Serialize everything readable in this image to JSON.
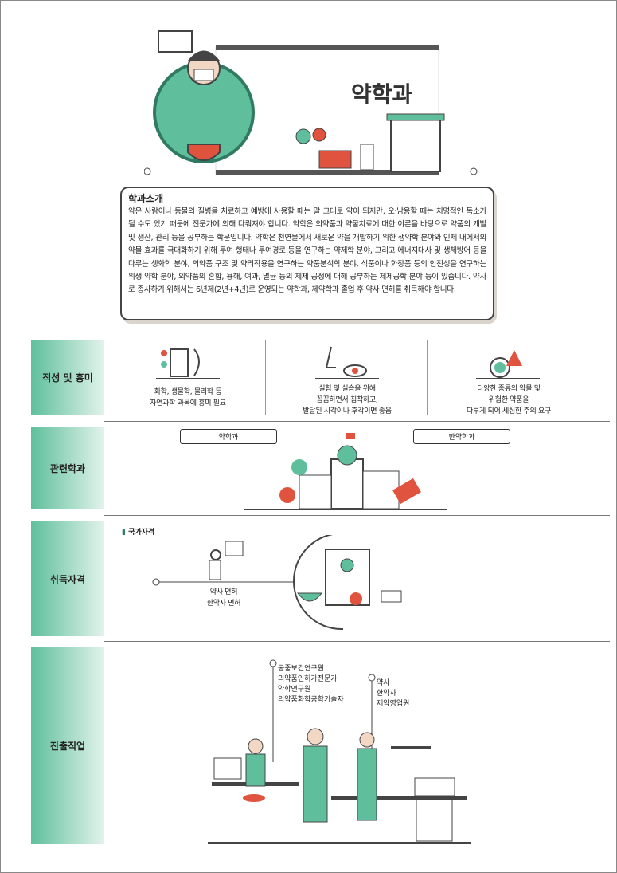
{
  "header": {
    "title": "약학과"
  },
  "intro": {
    "heading": "학과소개",
    "body": "약은 사람이나 동물의 질병을 치료하고 예방에 사용할 때는 말 그대로 약이 되지만, 오·남용할 때는 치명적인 독소가 될 수도 있기 때문에 전문가에 의해 다뤄져야 합니다. 약학은 의약품과 약물치료에 대한 이론을 바탕으로 약품의 개발 및 생산, 관리 등을 공부하는 학문입니다. 약학은 천연물에서 새로운 약을 개발하기 위한 생약학 분야와 인체 내에서의 약물 효과를 극대화하기 위해 투여 형태나 투여경로 등을 연구하는 약제학 분야, 그리고 에너지대사 및 생체방어 등을 다루는 생화학 분야, 의약품 구조 및 약리작용을 연구하는 약품분석학 분야, 식품이나 화장품 등의 안전성을 연구하는 위생 약학 분야, 의약품의 혼합, 용해, 여과, 멸균 등의 제제 공정에 대해 공부하는 제제공학 분야 등이 있습니다. 약사로 종사하기 위해서는 6년제(2년+4년)로 운영되는 약학과, 제약학과 졸업 후 약사 면허를 취득해야 합니다."
  },
  "aptitude": {
    "label": "적성 및 흥미",
    "items": [
      {
        "icon": "science-book-icon",
        "text": "화학, 생물학, 물리학 등\n자연과학 과목에 흥미 필요"
      },
      {
        "icon": "nose-eye-icon",
        "text": "실험 및 실습을 위해\n꼼꼼하면서 침착하고,\n발달된 시각이나 후각이면 좋음"
      },
      {
        "icon": "hazard-flask-icon",
        "text": "다양한 종류의 약물 및\n위험한 약품을\n다루게 되어 세심한 주의 요구"
      }
    ]
  },
  "related": {
    "label": "관련학과",
    "departments": [
      "약학과",
      "한약학과"
    ]
  },
  "qualification": {
    "label": "취득자격",
    "category": "국가자격",
    "licenses": "약사 면허\n한약사 면허"
  },
  "careers": {
    "label": "진출직업",
    "group1": "공중보건연구원\n의약품인허가전문가\n약학연구원\n의약품화학공학기술자",
    "group2": "약사\n한약사\n제약영업원"
  },
  "colors": {
    "accent": "#5fbf9c",
    "red": "#e0533f",
    "dark": "#444444"
  }
}
